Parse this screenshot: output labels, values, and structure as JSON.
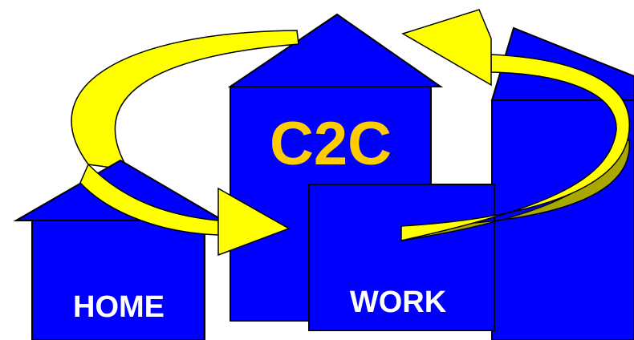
{
  "labels": {
    "center": "C2C",
    "left": "HOME",
    "middle": "WORK"
  },
  "colors": {
    "house_fill": "#0000ff",
    "outline": "#000000",
    "arrow_fill": "#ffff00",
    "arrow_shadow": "#a8a800",
    "center_text": "#ffcc00",
    "label_text": "#ffffff",
    "background": "#ffffff"
  }
}
